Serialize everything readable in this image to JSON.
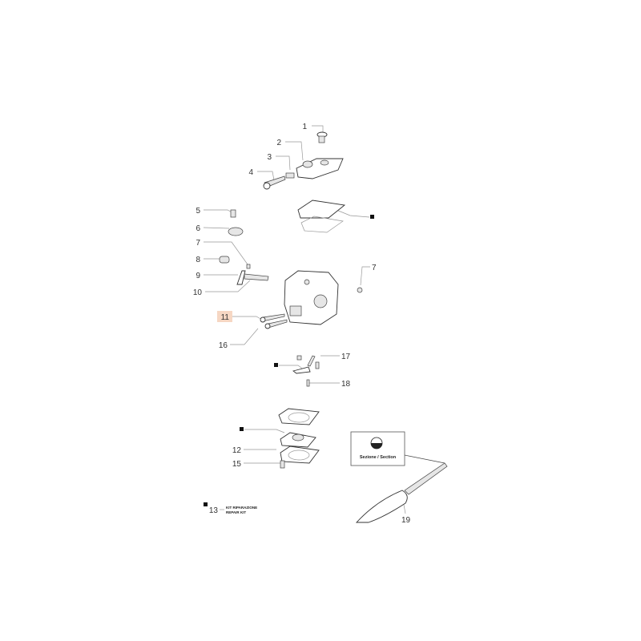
{
  "diagram": {
    "callouts": {
      "c1": "1",
      "c2": "2",
      "c3": "3",
      "c4": "4",
      "c5": "5",
      "c6": "6",
      "c7a": "7",
      "c7b": "7",
      "c8": "8",
      "c9": "9",
      "c10": "10",
      "c11": "11",
      "c12": "12",
      "c13": "13",
      "c15": "15",
      "c16": "16",
      "c17": "17",
      "c18": "18",
      "c19": "19"
    },
    "highlighted_callout": "11",
    "highlight_color": "#f6d7c3",
    "kit_label_it": "KIT RIPARAZIONE",
    "kit_label_en": "REPAIR KIT",
    "section_label": "Sezione / Section"
  }
}
